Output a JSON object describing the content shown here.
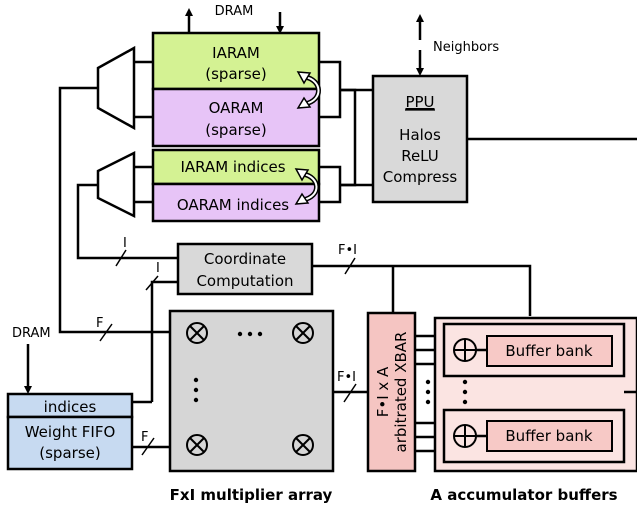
{
  "labels": {
    "dram_top": "DRAM",
    "neighbors": "Neighbors",
    "dram_left": "DRAM",
    "iaram_line1": "IARAM",
    "iaram_line2": "(sparse)",
    "oaram_line1": "OARAM",
    "oaram_line2": "(sparse)",
    "iaram_indices": "IARAM indices",
    "oaram_indices": "OARAM indices",
    "ppu_title": "PPU",
    "ppu_line1": "Halos",
    "ppu_line2": "ReLU",
    "ppu_line3": "Compress",
    "coord_line1": "Coordinate",
    "coord_line2": "Computation",
    "bus_i_1": "I",
    "bus_i_2": "I",
    "bus_fi_top": "F•I",
    "bus_f_top": "F",
    "bus_fi_mid": "F•I",
    "bus_f_bottom": "F",
    "indices": "indices",
    "weight_fifo_line1": "Weight FIFO",
    "weight_fifo_line2": "(sparse)",
    "xbar_line1": "F•I x A",
    "xbar_line2": "arbitrated XBAR",
    "buffer_bank_1": "Buffer bank",
    "buffer_bank_2": "Buffer bank",
    "multiplier_caption": "FxI multiplier array",
    "accumulator_caption": "A accumulator buffers"
  },
  "colors": {
    "iaram_green": "#d4f293",
    "oaram_purple": "#e7c4f7",
    "ppu_gray": "#d9d9d9",
    "coord_gray": "#d9d9d9",
    "multiplier_gray": "#d6d6d6",
    "xbar_pink": "#f5c5c2",
    "buffer_pink": "#fbe4e2",
    "bank_pink": "#f7c9c6",
    "fifo_blue": "#c7daf1"
  },
  "icons": {
    "multiply": "circled-times-icon",
    "accumulate": "circled-plus-icon"
  }
}
